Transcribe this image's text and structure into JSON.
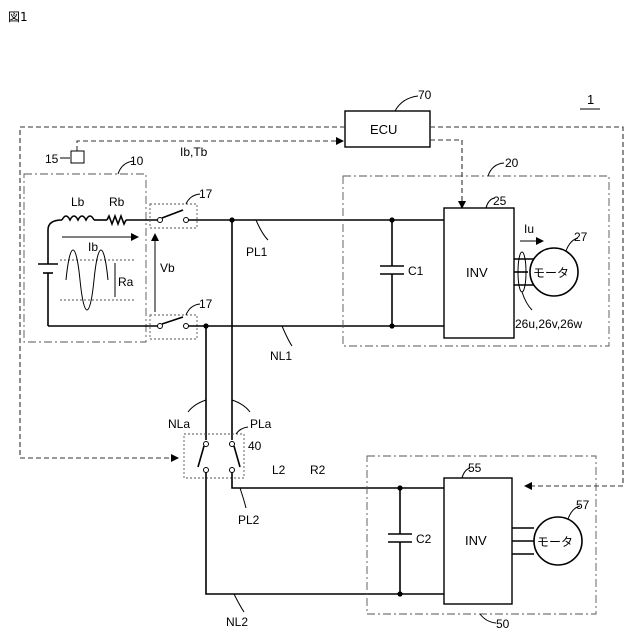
{
  "figure_title": "図1",
  "ref_system": "1",
  "blocks": {
    "ecu": "ECU",
    "inv1": "INV",
    "inv2": "INV",
    "motor1": "モータ",
    "motor2": "モータ"
  },
  "refs": {
    "r10": "10",
    "r15": "15",
    "r17a": "17",
    "r17b": "17",
    "r20": "20",
    "r25": "25",
    "r27": "27",
    "r40": "40",
    "r50": "50",
    "r55": "55",
    "r57": "57",
    "r70": "70"
  },
  "signals": {
    "ib_tb": "Ib,Tb",
    "lb": "Lb",
    "rb": "Rb",
    "ib": "Ib",
    "ra": "Ra",
    "vb": "Vb",
    "iu": "Iu",
    "phase_lines": "26u,26v,26w"
  },
  "lines": {
    "pl1": "PL1",
    "nl1": "NL1",
    "nla": "NLa",
    "pla": "PLa",
    "pl2": "PL2",
    "nl2": "NL2",
    "l2": "L2",
    "r2": "R2"
  },
  "caps": {
    "c1": "C1",
    "c2": "C2"
  }
}
